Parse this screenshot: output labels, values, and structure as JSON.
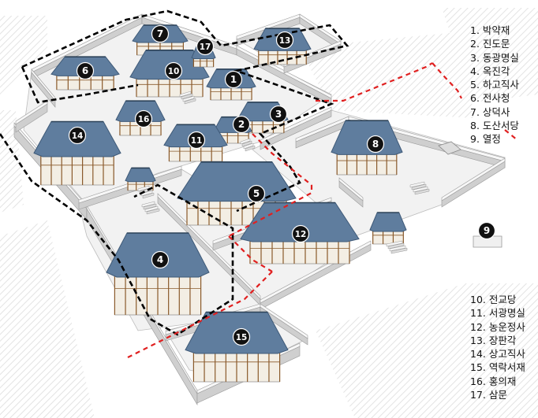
{
  "legend": {
    "group1": [
      "1. 박약재",
      "2. 진도문",
      "3. 동광명실",
      "4. 옥진각",
      "5. 하고직사",
      "6. 전사청",
      "7. 상덕사",
      "8. 도산서당",
      "9. 열정"
    ],
    "group2": [
      "10. 전교당",
      "11. 서광명실",
      "12. 농운정사",
      "13. 장판각",
      "14. 상고직사",
      "15. 역락서재",
      "16. 홍의재",
      "17. 삼문"
    ]
  },
  "markers": [
    "1",
    "2",
    "3",
    "4",
    "5",
    "6",
    "7",
    "8",
    "9",
    "10",
    "11",
    "12",
    "13",
    "14",
    "15",
    "16",
    "17"
  ],
  "colors": {
    "roof": "#5f7d9e",
    "roof_dark": "#3f5a78",
    "wall": "#f7f7f7",
    "wall_shadow": "#cfcfcf",
    "ground": "#f2f2f2",
    "hatch": "#d9d9d9",
    "wood": "#8a5a2b",
    "marker": "#111111",
    "black_boundary": "#000000",
    "red_boundary": "#e02020"
  }
}
